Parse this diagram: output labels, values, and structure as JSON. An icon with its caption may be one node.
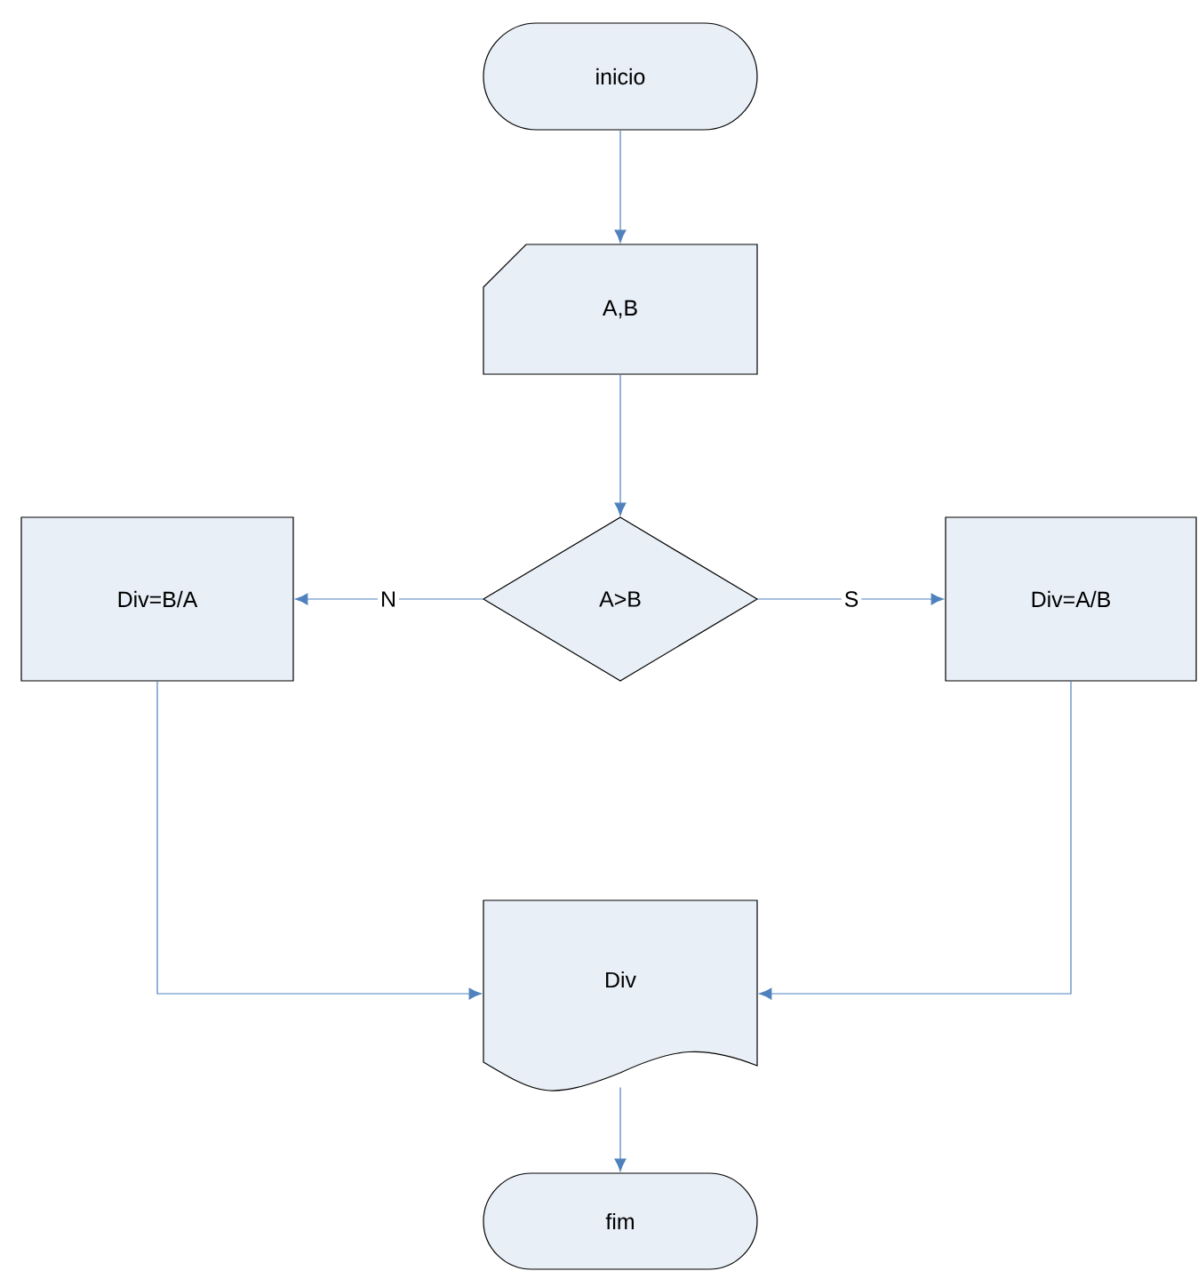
{
  "diagram": {
    "nodes": [
      {
        "text": [
          "inicio"
        ]
      },
      {
        "text": [
          "A,B"
        ]
      },
      {
        "text": [
          "A>B"
        ]
      },
      {
        "text": [
          "Div=B/A"
        ]
      },
      {
        "text": [
          "Div=A/B"
        ]
      },
      {
        "text": [
          "Div"
        ]
      },
      {
        "text": [
          "fim"
        ]
      }
    ],
    "edges": [
      {
        "from": 0,
        "to": 1,
        "arrow": "to"
      },
      {
        "from": 1,
        "to": 2,
        "arrow": "to"
      },
      {
        "from": 2,
        "to": 3,
        "arrow": "to",
        "label": "N"
      },
      {
        "from": 2,
        "to": 4,
        "arrow": "to",
        "label": "S"
      },
      {
        "from": 3,
        "to": 5,
        "arrow": "to"
      },
      {
        "from": 4,
        "to": 5,
        "arrow": "to"
      },
      {
        "from": 5,
        "to": 6,
        "arrow": "to"
      }
    ]
  }
}
